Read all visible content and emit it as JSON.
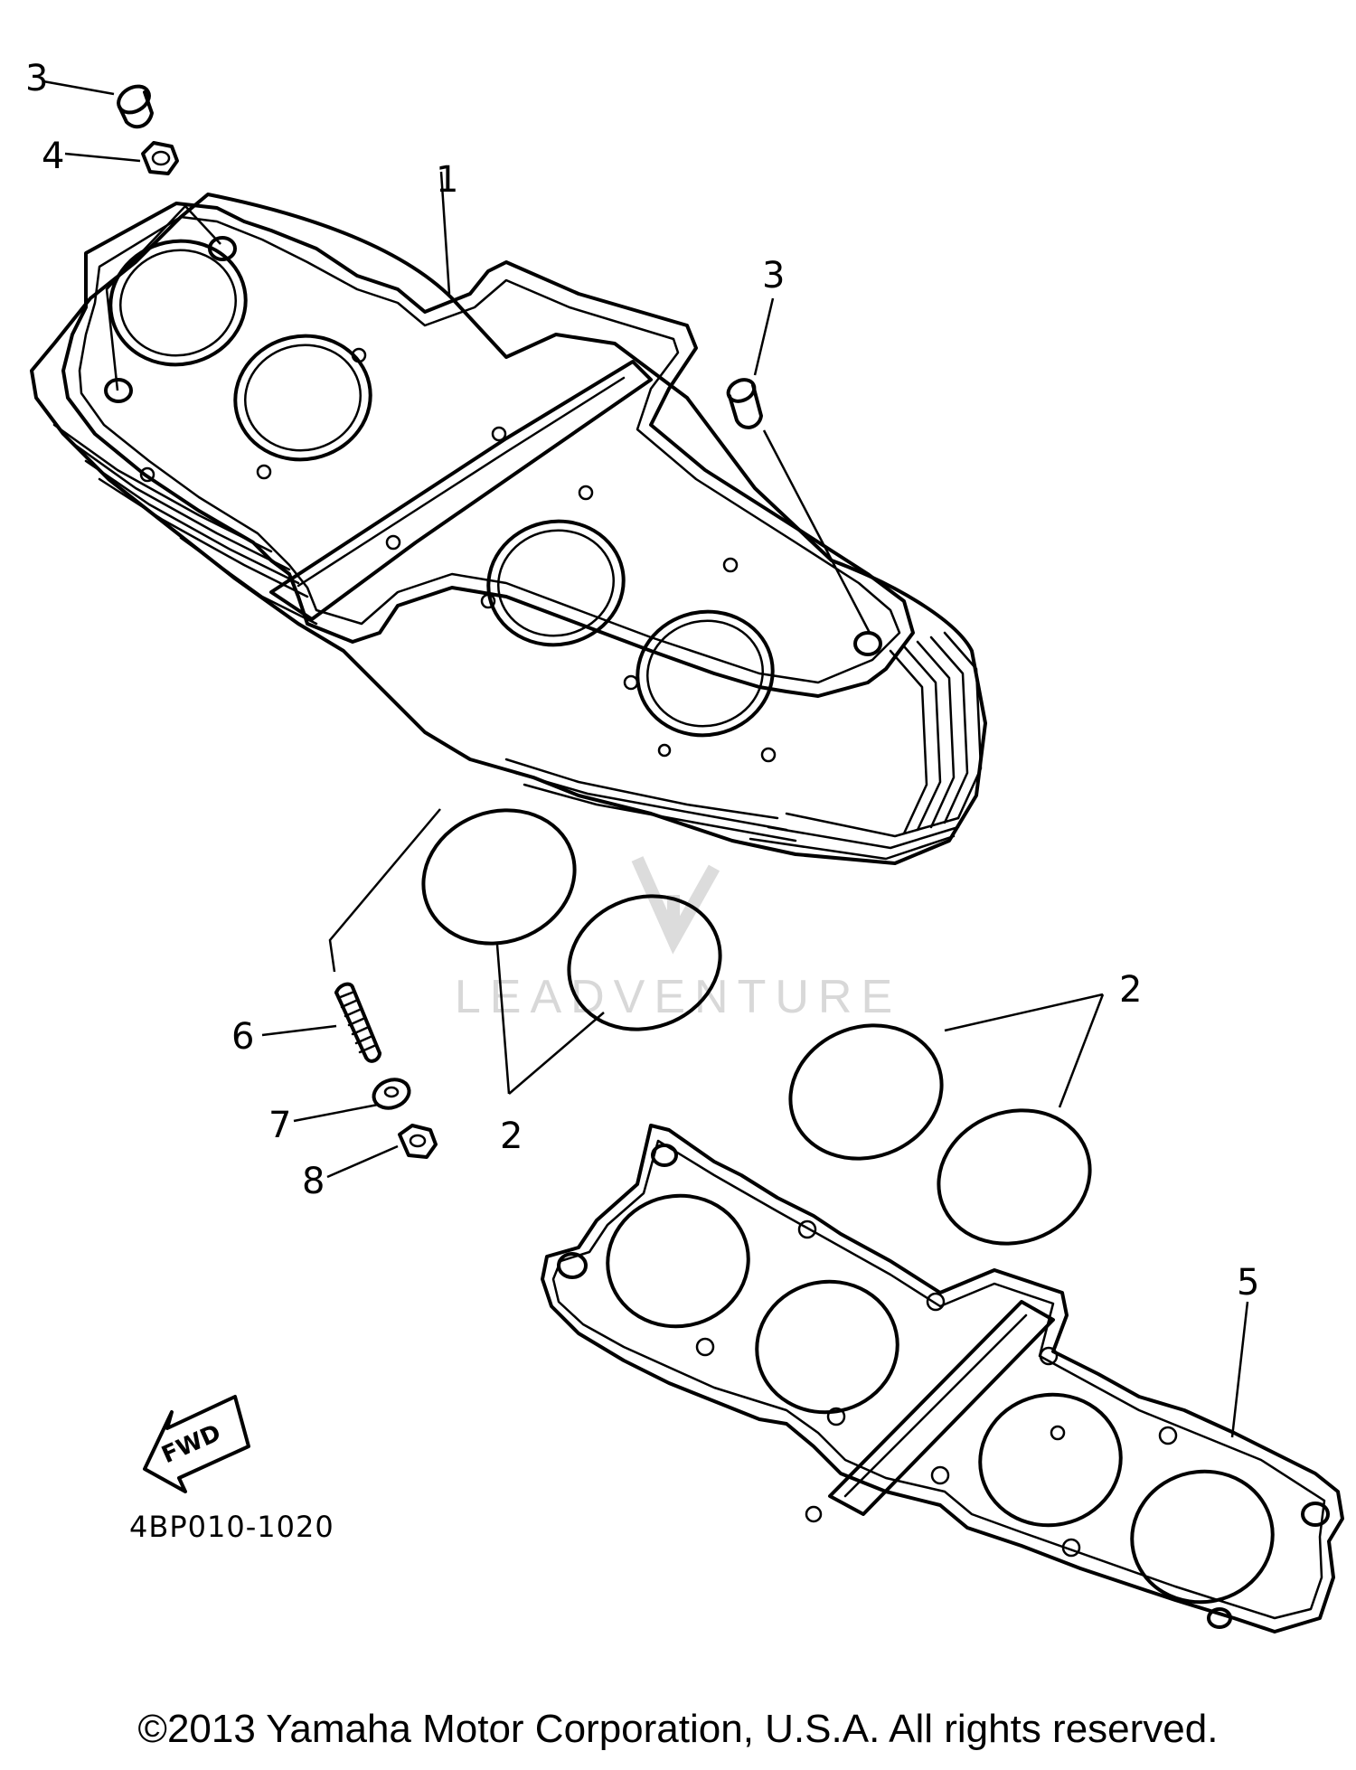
{
  "diagram": {
    "callouts": {
      "part_1": "1",
      "part_2a": "2",
      "part_2b": "2",
      "part_3a": "3",
      "part_3b": "3",
      "part_4": "4",
      "part_5": "5",
      "part_6": "6",
      "part_7": "7",
      "part_8": "8"
    },
    "forward_arrow_label": "FWD",
    "figure_code": "4BP010-1020",
    "watermark": "LEADVENTURE"
  },
  "footer": {
    "copyright": "©2013 Yamaha Motor Corporation, U.S.A. All rights reserved."
  }
}
